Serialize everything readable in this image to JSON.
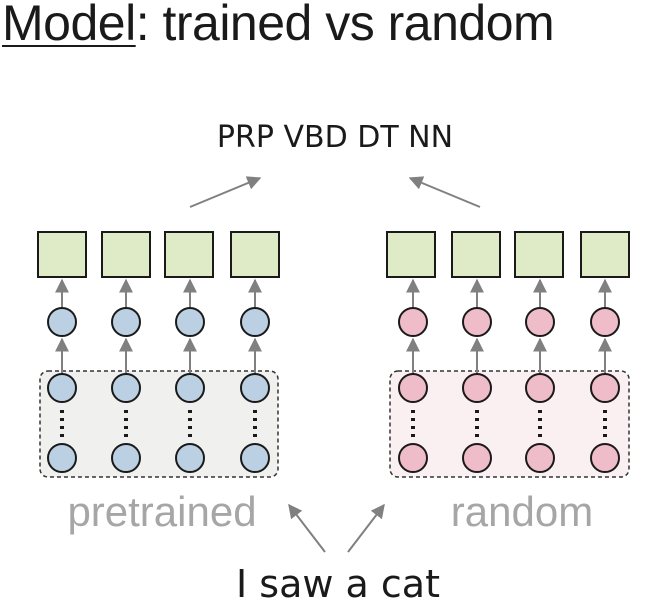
{
  "title": {
    "underlined": "Model",
    "rest": ": trained vs random"
  },
  "output_tags": "PRP VBD DT NN",
  "input_sentence": "I saw a cat",
  "encoders": {
    "left": {
      "label": "pretrained",
      "circle_color": "#bcd0e3",
      "box_color": "#f0f0ef"
    },
    "right": {
      "label": "random",
      "circle_color": "#efbcca",
      "box_color": "#faf0f2"
    }
  },
  "colors": {
    "square_fill": "#dfeac6",
    "stroke": "#1a1a1a",
    "arrow": "#808080",
    "label_grey": "#a6a6a6"
  }
}
